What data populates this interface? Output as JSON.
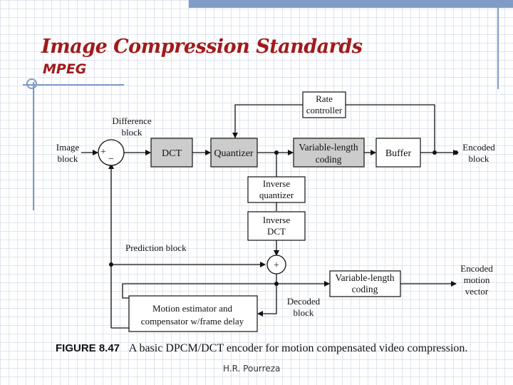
{
  "slide": {
    "title": "Image Compression Standards",
    "subtitle": "MPEG",
    "footer": "H.R. Pourreza"
  },
  "figure": {
    "number": "FIGURE 8.47",
    "caption": "A basic DPCM/DCT encoder for motion compensated video compression."
  },
  "blocks": {
    "dct": "DCT",
    "quantizer": "Quantizer",
    "vlc_top": [
      "Variable-length",
      "coding"
    ],
    "buffer": "Buffer",
    "rate": [
      "Rate",
      "controller"
    ],
    "inv_quant": [
      "Inverse",
      "quantizer"
    ],
    "inv_dct": [
      "Inverse",
      "DCT"
    ],
    "vlc_bottom": [
      "Variable-length",
      "coding"
    ],
    "motion": [
      "Motion estimator and",
      "compensator w/frame delay"
    ]
  },
  "labels": {
    "image_block": [
      "Image",
      "block"
    ],
    "difference_block": [
      "Difference",
      "block"
    ],
    "encoded_block": [
      "Encoded",
      "block"
    ],
    "prediction_block": "Prediction block",
    "encoded_motion": [
      "Encoded",
      "motion",
      "vector"
    ],
    "decoded_block": [
      "Decoded",
      "block"
    ]
  },
  "symbols": {
    "diff_plus": "+",
    "diff_minus": "−",
    "sum_plus": "+"
  },
  "colors": {
    "title": "#a11a1a",
    "block_fill": "#cccccc",
    "deco_blue": "#7f9bc6"
  }
}
